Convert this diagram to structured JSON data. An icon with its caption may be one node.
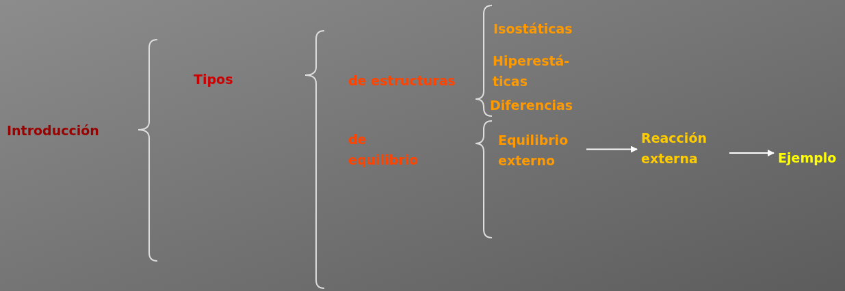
{
  "diagram": {
    "nodes": [
      {
        "text": [
          "Equilibrio externo"
        ]
      },
      {
        "text": [
          "Reacción externa"
        ]
      },
      {
        "text": [
          "Ejemplo"
        ]
      }
    ],
    "edges": [
      {
        "from": 0,
        "to": 1,
        "arrow": "to"
      },
      {
        "from": 1,
        "to": 2,
        "arrow": "to"
      }
    ],
    "labels": [
      "Introducción",
      "Tipos",
      "de estructuras",
      "de equilibrio",
      "Isostáticas",
      "Hiperestá- ticas",
      "Diferencias"
    ]
  }
}
